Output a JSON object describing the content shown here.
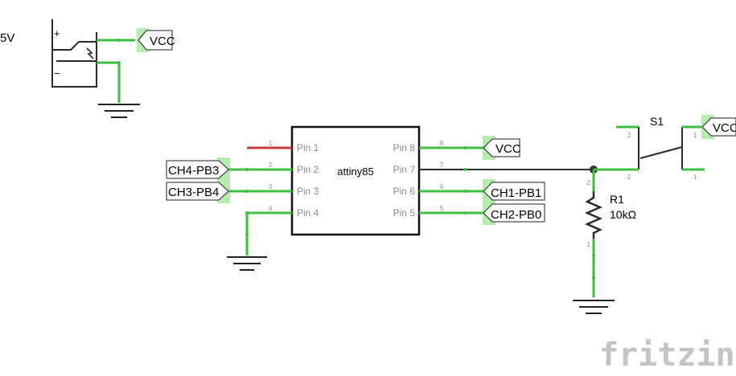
{
  "power": {
    "label": "5V",
    "plus": "+",
    "minus": "−",
    "net": "VCC"
  },
  "ic": {
    "name": "attiny85",
    "left_pins": [
      {
        "num": "1",
        "label": "Pin 1"
      },
      {
        "num": "2",
        "label": "Pin 2",
        "net": "CH4-PB3"
      },
      {
        "num": "3",
        "label": "Pin 3",
        "net": "CH3-PB4"
      },
      {
        "num": "4",
        "label": "Pin 4"
      }
    ],
    "right_pins": [
      {
        "num": "8",
        "label": "Pin 8",
        "net": "VCC"
      },
      {
        "num": "7",
        "label": "Pin 7"
      },
      {
        "num": "6",
        "label": "Pin 6",
        "net": "CH1-PB1"
      },
      {
        "num": "5",
        "label": "Pin 5",
        "net": "CH2-PB0"
      }
    ]
  },
  "switch": {
    "ref": "S1",
    "pin_a": "2",
    "pin_b": "1",
    "pin_c": "2",
    "pin_d": "1",
    "net": "VCC"
  },
  "resistor": {
    "ref": "R1",
    "value": "10kΩ",
    "pin_top": "2",
    "pin_bottom": "1"
  },
  "brand": "fritzing"
}
